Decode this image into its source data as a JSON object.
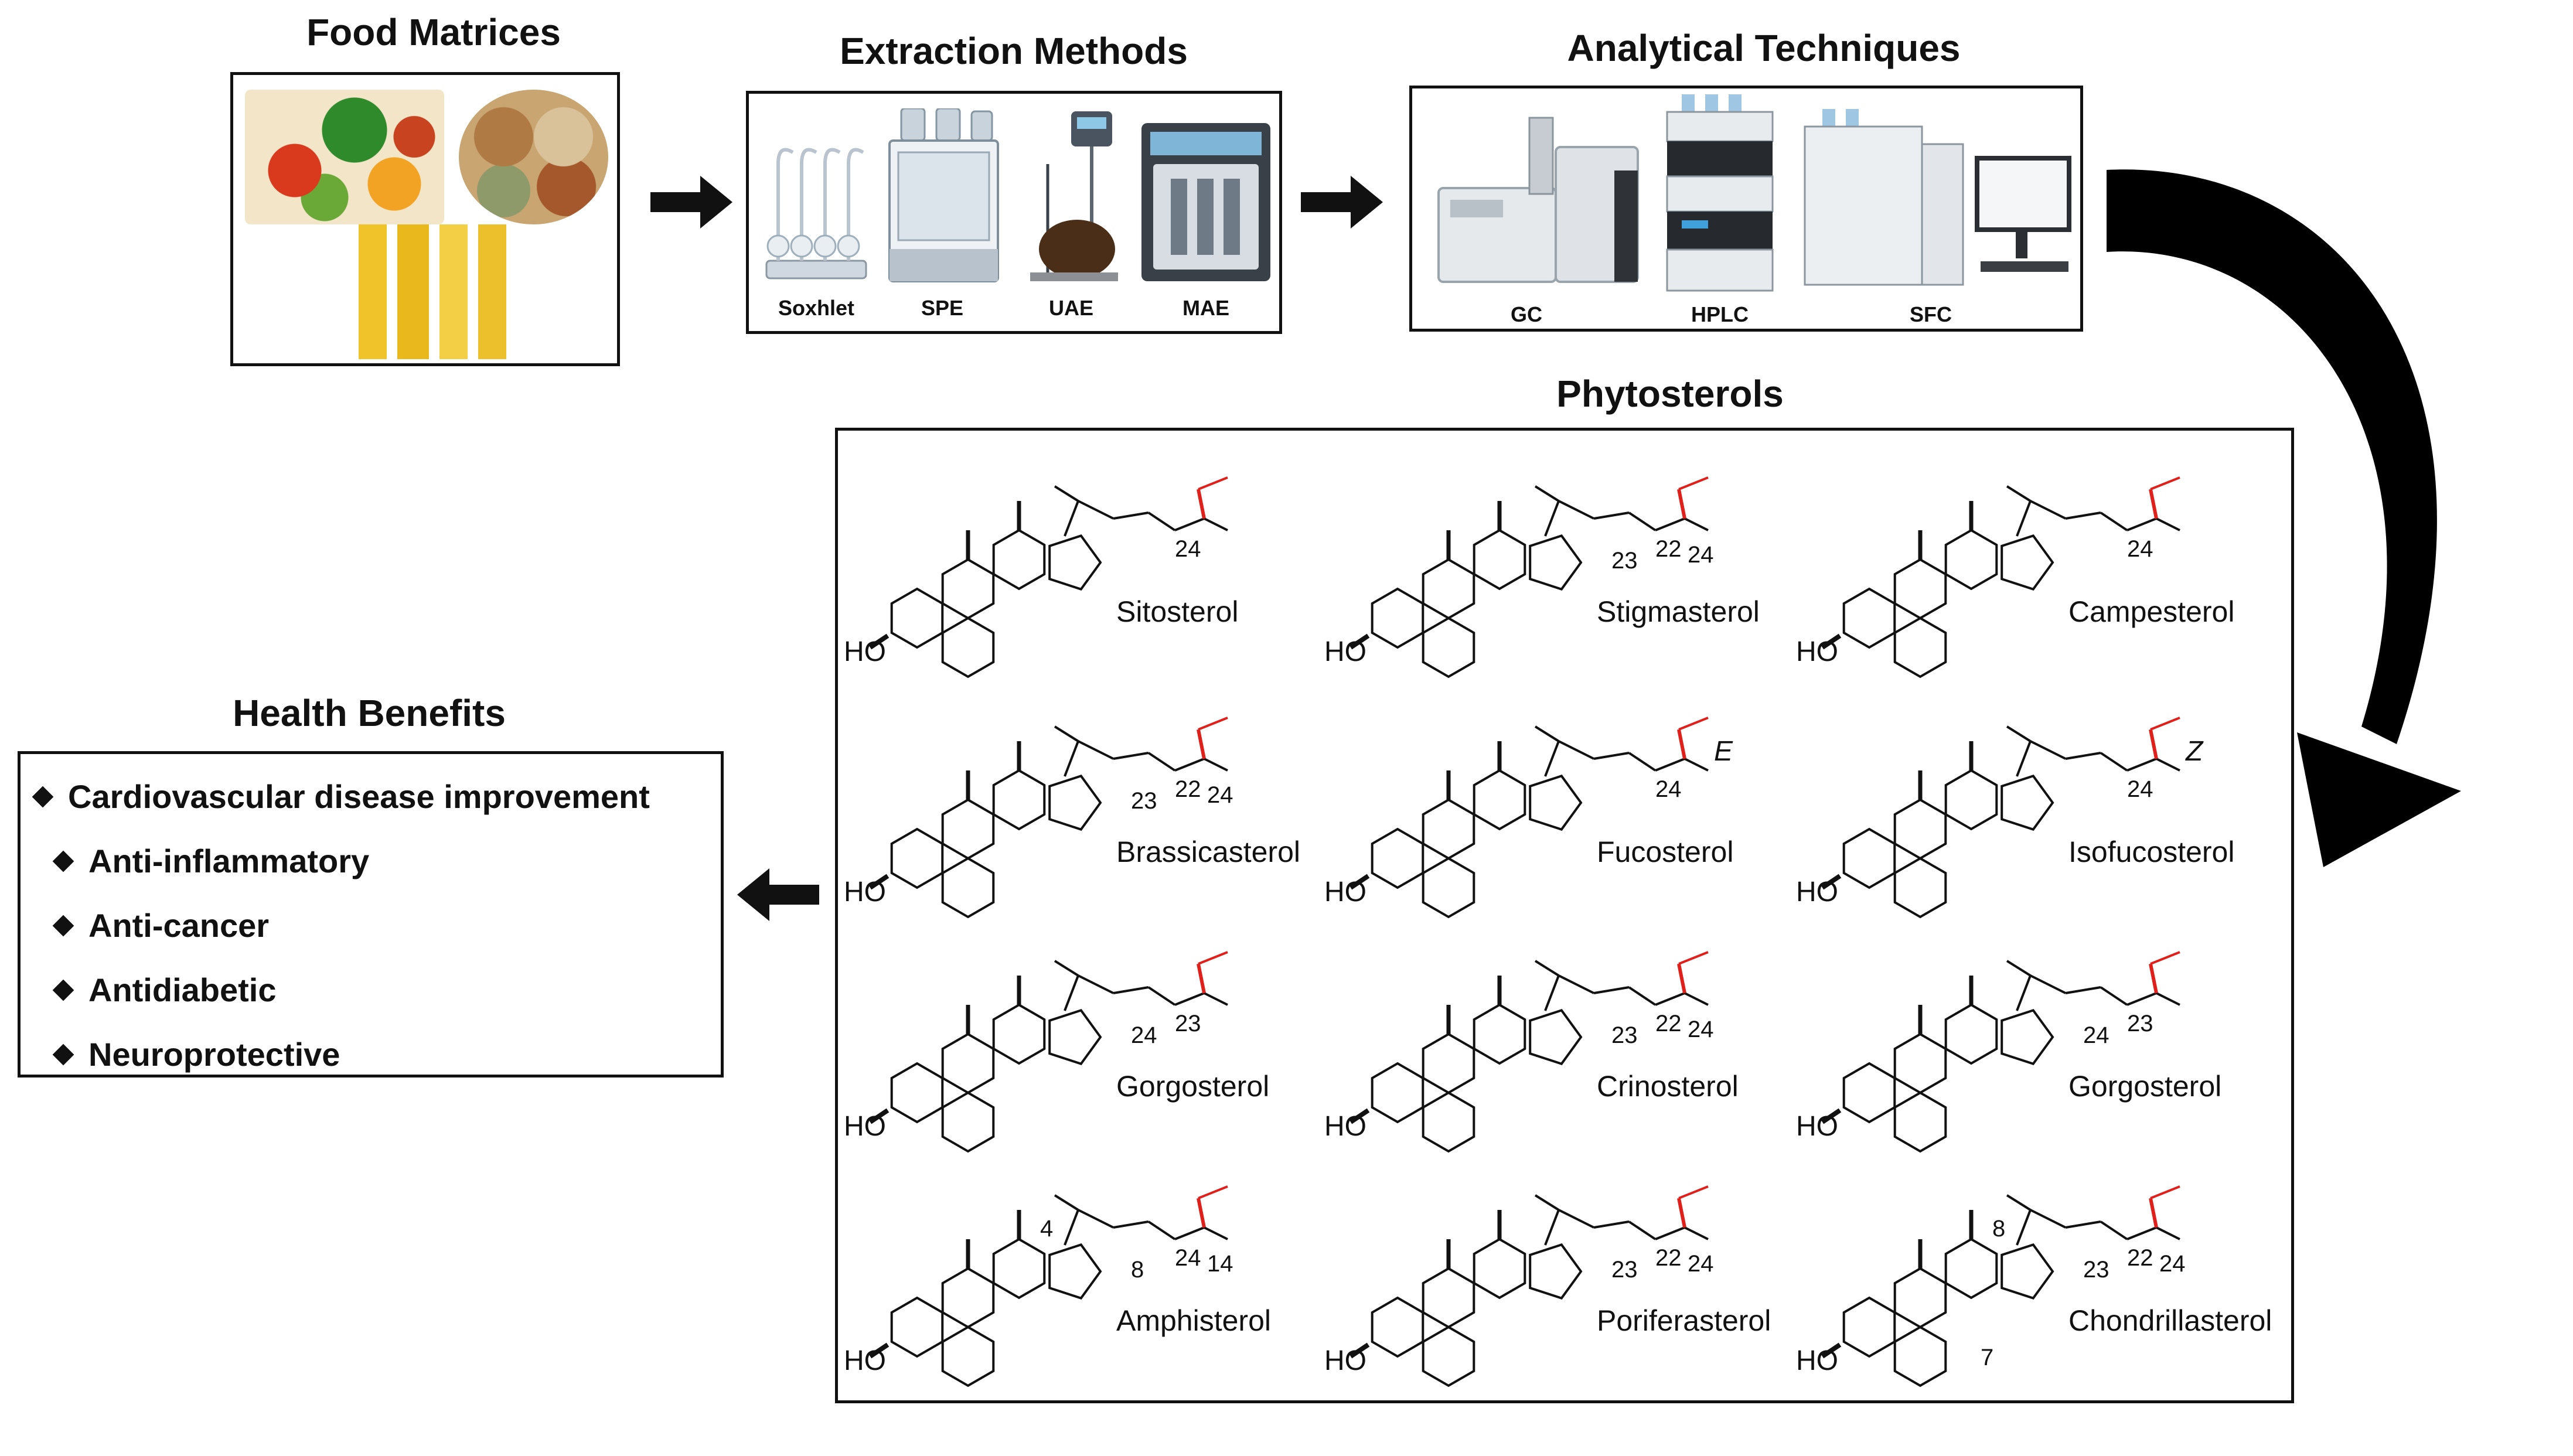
{
  "food": {
    "title": "Food Matrices"
  },
  "extraction": {
    "title": "Extraction Methods",
    "methods": [
      "Soxhlet",
      "SPE",
      "UAE",
      "MAE"
    ]
  },
  "analytical": {
    "title": "Analytical Techniques",
    "techniques": [
      "GC",
      "HPLC",
      "SFC"
    ]
  },
  "phytosterols": {
    "title": "Phytosterols",
    "ho_label": "HO",
    "items": [
      {
        "name": "Sitosterol",
        "nums": [
          "24"
        ],
        "iso": ""
      },
      {
        "name": "Stigmasterol",
        "nums": [
          "22",
          "23",
          "24"
        ],
        "iso": ""
      },
      {
        "name": "Campesterol",
        "nums": [
          "24"
        ],
        "iso": ""
      },
      {
        "name": "Brassicasterol",
        "nums": [
          "22",
          "23",
          "24"
        ],
        "iso": ""
      },
      {
        "name": "Fucosterol",
        "nums": [
          "24"
        ],
        "iso": "E"
      },
      {
        "name": "Isofucosterol",
        "nums": [
          "24"
        ],
        "iso": "Z"
      },
      {
        "name": "Gorgosterol",
        "nums": [
          "23",
          "24"
        ],
        "iso": ""
      },
      {
        "name": "Crinosterol",
        "nums": [
          "22",
          "23",
          "24"
        ],
        "iso": ""
      },
      {
        "name": "Gorgosterol",
        "nums": [
          "23",
          "24"
        ],
        "iso": ""
      },
      {
        "name": "Amphisterol",
        "nums": [
          "24",
          "8",
          "14",
          "4"
        ],
        "iso": ""
      },
      {
        "name": "Poriferasterol",
        "nums": [
          "22",
          "23",
          "24"
        ],
        "iso": ""
      },
      {
        "name": "Chondrillasterol",
        "nums": [
          "22",
          "23",
          "24",
          "8",
          "7"
        ],
        "iso": ""
      }
    ]
  },
  "health": {
    "title": "Health Benefits",
    "items": [
      "Cardiovascular disease improvement",
      "Anti-inflammatory",
      "Anti-cancer",
      "Antidiabetic",
      "Neuroprotective"
    ]
  },
  "colors": {
    "highlight": "#e0201b",
    "ink": "#111111"
  }
}
